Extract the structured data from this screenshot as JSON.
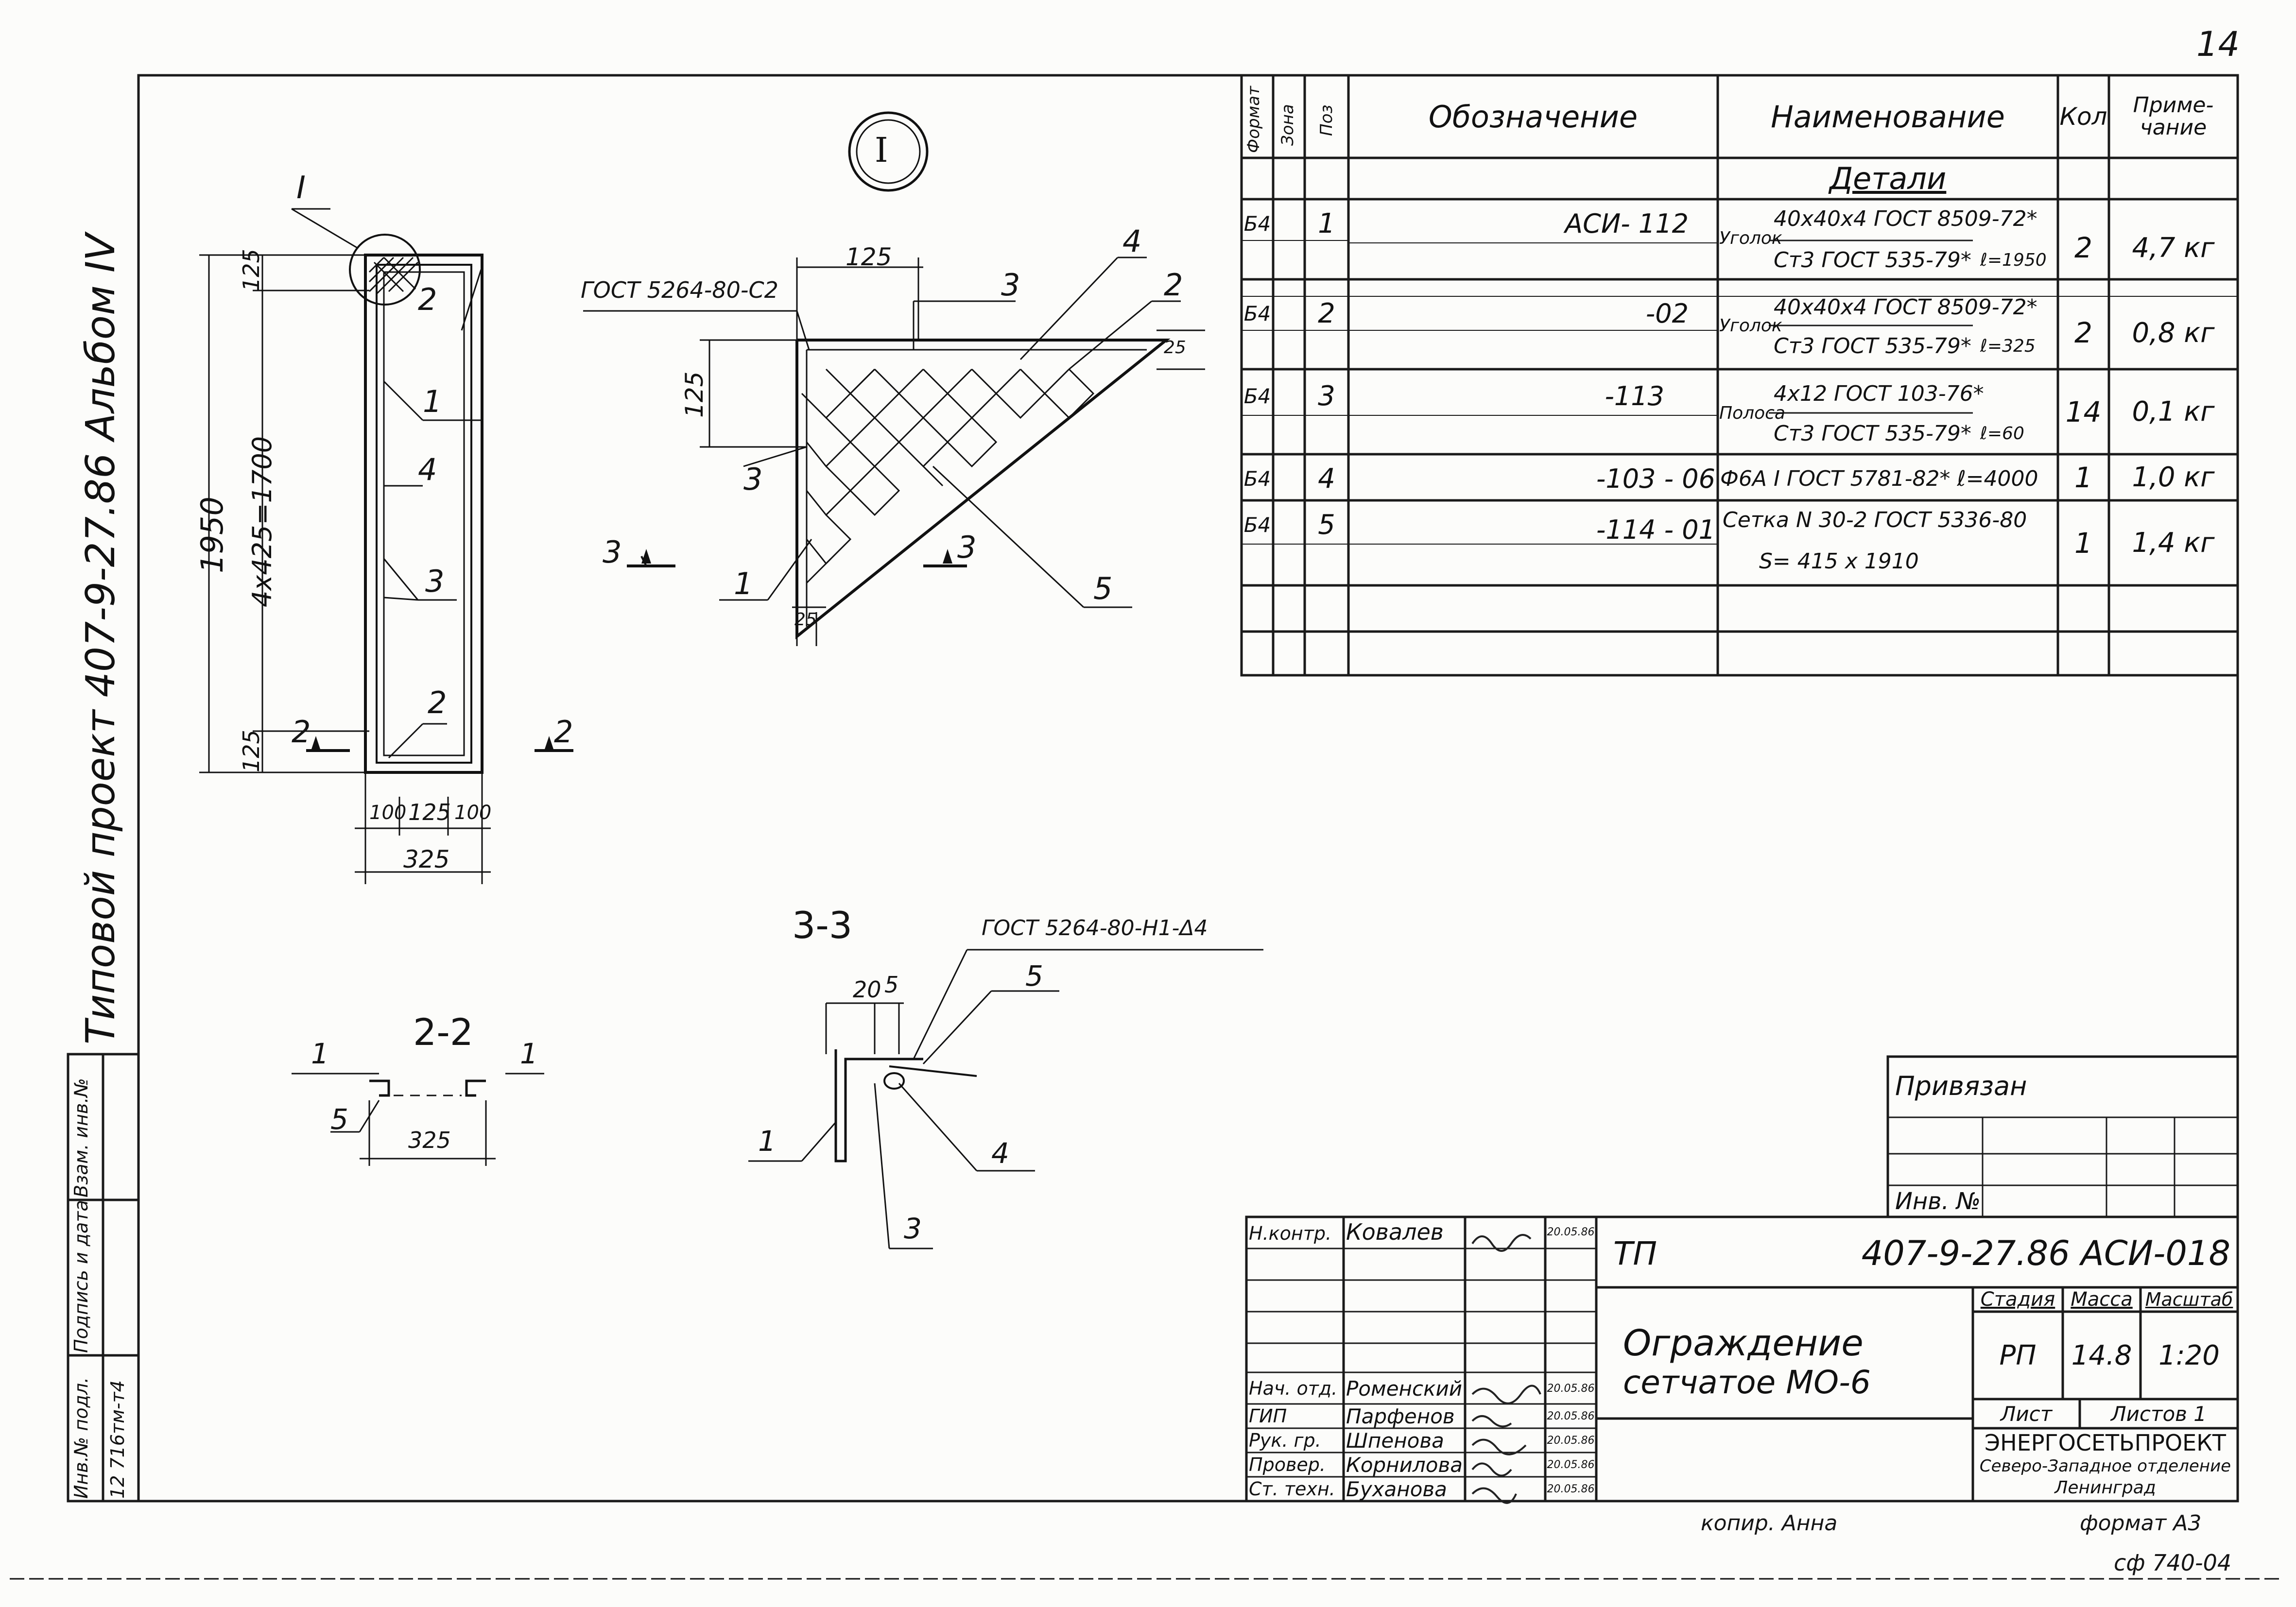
{
  "page_number": "14",
  "album": {
    "side_title": "Типовой проект 407-9-27.86 Альбом IV"
  },
  "left_strip": {
    "headers": [
      "Инв.№ подл.",
      "Подпись и дата",
      "Взам. инв.№"
    ],
    "inv_number": "12 716тм-т4"
  },
  "drawing": {
    "view_main": {
      "marker": "I",
      "dims": {
        "total_height": "1950",
        "middle": "4x425=1700",
        "top": "125",
        "bottom": "125",
        "w_left": "100",
        "w_mid": "125",
        "w_right": "100",
        "total_width": "325"
      },
      "callouts": [
        "2",
        "1",
        "4",
        "3",
        "2"
      ],
      "section_marks": [
        "2",
        "2"
      ]
    },
    "detail_I": {
      "title": "I",
      "weld_label": "ГОСТ 5264-80-С2",
      "dims": {
        "top": "125",
        "side": "125",
        "right": "25",
        "bottom": "25"
      },
      "callouts": [
        "3",
        "4",
        "2",
        "3",
        "1",
        "5"
      ],
      "section_marks": [
        "3",
        "3"
      ]
    },
    "section_22": {
      "title": "2-2",
      "dim": "325",
      "callouts": [
        "1",
        "1",
        "5"
      ]
    },
    "section_33": {
      "title": "3-3",
      "weld_label": "ГОСТ 5264-80-Н1-Δ4",
      "dims": {
        "a": "20",
        "b": "5"
      },
      "callouts": [
        "5",
        "1",
        "4",
        "3"
      ]
    }
  },
  "spec_table": {
    "headers": {
      "format": "Формат",
      "zone": "Зона",
      "pos": "Поз",
      "designation": "Обозначение",
      "name": "Наименование",
      "qty": "Кол",
      "note": "Приме-чание"
    },
    "section_title": "Детали",
    "rows": [
      {
        "format": "Б4",
        "pos": "1",
        "designation": "АСИ- 112",
        "name_prefix": "Уголок",
        "name_top": "40x40x4 ГОСТ 8509-72*",
        "name_bottom": "Ст3 ГОСТ 535-79*",
        "length": "ℓ=1950",
        "qty": "2",
        "note": "4,7 кг"
      },
      {
        "format": "Б4",
        "pos": "2",
        "designation": "-02",
        "name_prefix": "Уголок",
        "name_top": "40x40x4 ГОСТ 8509-72*",
        "name_bottom": "Ст3 ГОСТ 535-79*",
        "length": "ℓ=325",
        "qty": "2",
        "note": "0,8 кг"
      },
      {
        "format": "Б4",
        "pos": "3",
        "designation": "-113",
        "name_prefix": "Полоса",
        "name_top": "4x12 ГОСТ 103-76*",
        "name_bottom": "Ст3 ГОСТ 535-79*",
        "length": "ℓ=60",
        "qty": "14",
        "note": "0,1 кг"
      },
      {
        "format": "Б4",
        "pos": "4",
        "designation": "-103 - 06",
        "name_prefix": "",
        "name_top": "Ф6А I ГОСТ 5781-82* ℓ=4000",
        "name_bottom": "",
        "length": "",
        "qty": "1",
        "note": "1,0 кг"
      },
      {
        "format": "Б4",
        "pos": "5",
        "designation": "-114 - 01",
        "name_prefix": "",
        "name_top": "Сетка N 30-2 ГОСТ 5336-80",
        "name_bottom": "S= 415 x 1910",
        "length": "",
        "qty": "1",
        "note": "1,4 кг"
      }
    ]
  },
  "binding_table": {
    "title": "Привязан",
    "inv_label": "Инв. №"
  },
  "title_block": {
    "tp": "ТП",
    "code": "407-9-27.86 АСИ-018",
    "title_line1": "Ограждение",
    "title_line2": "сетчатое МО-6",
    "stage_label": "Стадия",
    "mass_label": "Масса",
    "scale_label": "Масштаб",
    "stage": "РП",
    "mass": "14.8",
    "scale": "1:20",
    "sheet_label": "Лист",
    "sheets_label": "Листов 1",
    "org_line1": "ЭНЕРГОСЕТЬПРОЕКТ",
    "org_line2": "Северо-Западное отделение",
    "org_line3": "Ленинград",
    "signatures": [
      {
        "role": "Н.контр.",
        "name": "Ковалев",
        "date": "20.05.86"
      },
      {
        "role": "",
        "name": "",
        "date": ""
      },
      {
        "role": "",
        "name": "",
        "date": ""
      },
      {
        "role": "",
        "name": "",
        "date": ""
      },
      {
        "role": "Нач. отд.",
        "name": "Роменский",
        "date": "20.05.86"
      },
      {
        "role": "ГИП",
        "name": "Парфенов",
        "date": "20.05.86"
      },
      {
        "role": "Рук. гр.",
        "name": "Шпенова",
        "date": "20.05.86"
      },
      {
        "role": "Провер.",
        "name": "Корнилова",
        "date": "20.05.86"
      },
      {
        "role": "Ст. техн.",
        "name": "Буханова",
        "date": "20.05.86"
      }
    ]
  },
  "footer": {
    "copied": "копир. Анна",
    "format": "формат А3",
    "stamp": "сф 740-04"
  }
}
